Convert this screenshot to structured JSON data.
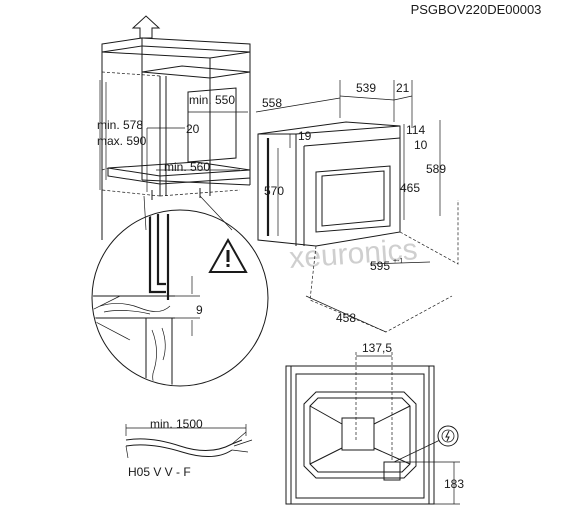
{
  "header": {
    "code": "PSGBOV220DE00003"
  },
  "watermark": {
    "text": "xeuronics"
  },
  "niche": {
    "min_depth": "min. 550",
    "height_min": "min. 578",
    "height_max": "max. 590",
    "gap": "20",
    "min_width": "min. 560"
  },
  "detail": {
    "gap": "9"
  },
  "oven": {
    "depth_total": "558",
    "depth_body": "539",
    "front": "21",
    "top_gap": "19",
    "height_body": "570",
    "panel_top": "114",
    "panel_10": "10",
    "height_total": "589",
    "height_door": "465",
    "width": "595",
    "width_tol": "+-1",
    "depth_door_open": "458"
  },
  "back": {
    "offset_x": "137,5",
    "offset_y": "183",
    "connection_icon": "power-connection-icon"
  },
  "cable": {
    "length": "min. 1500",
    "type": "H05 V V - F"
  }
}
